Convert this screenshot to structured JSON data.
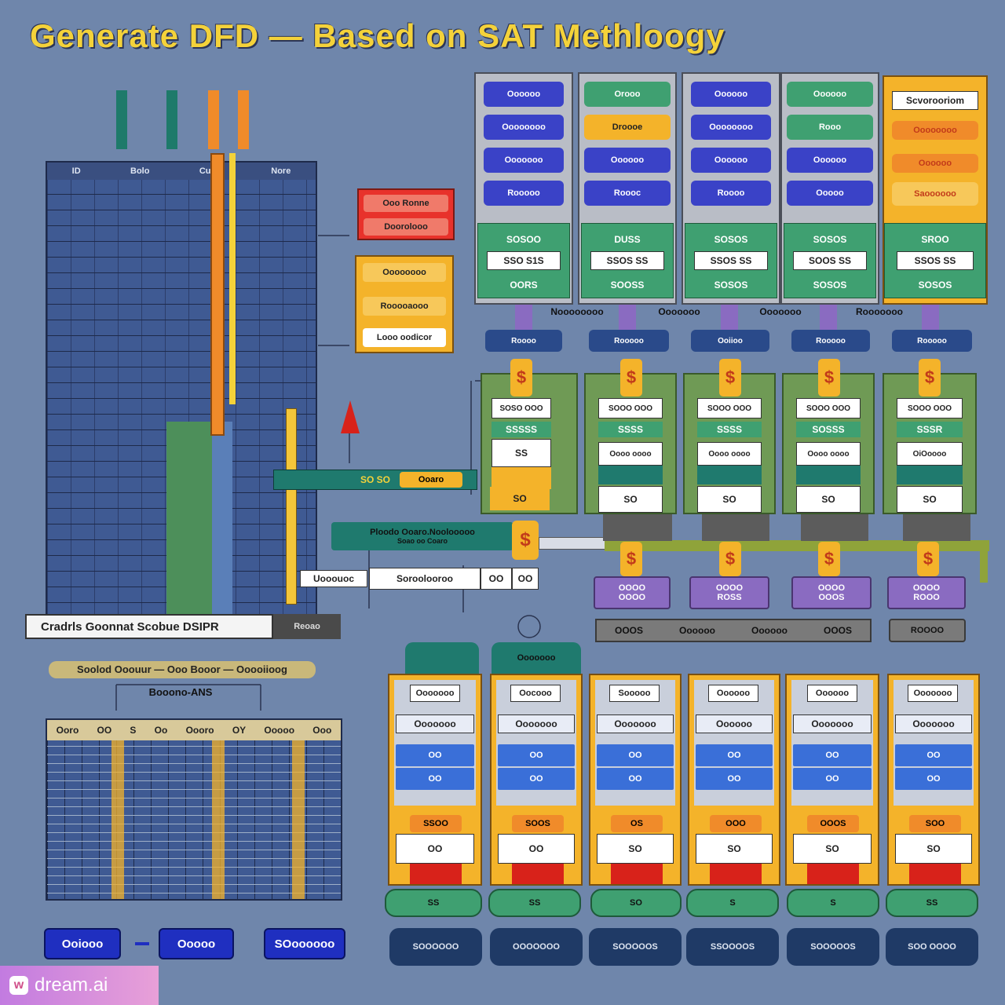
{
  "title": "Generate DFD — Based on SAT Methloogy",
  "left_panel": {
    "header_cells": [
      "ID",
      "Bolo",
      "Cuoo",
      "Nore"
    ],
    "footer_left": "Cradrls  Goonnat  Scobue  DSIPR",
    "footer_right": "Reoao"
  },
  "middle_boxes": {
    "red": [
      "Ooo Ronne",
      "Doorolooo"
    ],
    "orange": [
      "Oooooooo",
      "Rooooaooo",
      "Looo oodicor"
    ]
  },
  "flow": {
    "teal_bar_text": "SO SO",
    "teal_bar_tag": "Ooaro",
    "long_bar_line1": "Ploodo Ooaro.Noolooooo",
    "long_bar_line2": "Soao oo Coaro",
    "row_left": "Uooouoc",
    "row_mid": "Soroolooroo",
    "row_a": "OO",
    "row_b": "OO"
  },
  "top_columns": [
    {
      "buttons": [
        "Oooooo",
        "Oooooooo",
        "Ooooooo",
        "Rooooo"
      ],
      "green": [
        "SOSOO",
        "SSO S1S",
        "OORS"
      ],
      "node": "Roooo"
    },
    {
      "buttons": [
        "Orooo",
        "Droooe",
        "Oooooo",
        "Roooc"
      ],
      "green": [
        "DUSS",
        "SSOS SS",
        "SOOSS"
      ],
      "node": "Rooooo"
    },
    {
      "buttons": [
        "Oooooo",
        "Oooooooo",
        "Oooooo",
        "Roooo"
      ],
      "green": [
        "SOSOS",
        "SSOS SS",
        "SOSOS"
      ],
      "node": "Ooiioo"
    },
    {
      "buttons": [
        "Oooooo",
        "Rooo",
        "Oooooo",
        "Ooooo"
      ],
      "green": [
        "SOSOS",
        "SOOS SS",
        "SOSOS"
      ],
      "node": "Rooooo"
    },
    {
      "buttons": [
        "Scvorooriom",
        "Oooooooo",
        "Oooooo",
        "Saoooooo"
      ],
      "green": [
        "SROO",
        "SSOS SS",
        "SOSOS"
      ],
      "node": "Rooooo"
    }
  ],
  "node_labels": [
    "Noooooooo",
    "Ooooooo",
    "Ooooooo",
    "Rooooooo"
  ],
  "mid_cards": [
    {
      "top": "SOSO OOO",
      "green": "SSSSS",
      "white": "SS",
      "bot": "SO"
    },
    {
      "top": "SOOO OOO",
      "green": "SSSS",
      "white": "Oooo oooo",
      "bot": "SO"
    },
    {
      "top": "SOOO OOO",
      "green": "SSSS",
      "white": "Oooo oooo",
      "bot": "SO"
    },
    {
      "top": "SOOO OOO",
      "green": "SOSSS",
      "white": "Oooo oooo",
      "bot": "SO"
    },
    {
      "top": "SOOO OOO",
      "green": "SSSR",
      "white": "OiOoooo",
      "bot": "SO"
    }
  ],
  "purple_boxes": [
    {
      "a": "OOOO",
      "b": "OOOO"
    },
    {
      "a": "OOOO",
      "b": "ROSS"
    },
    {
      "a": "OOOO",
      "b": "OOOS"
    },
    {
      "a": "OOOO",
      "b": "ROOO"
    }
  ],
  "grey_bar": [
    "OOOS",
    "Oooooo",
    "Oooooo",
    "OOOS"
  ],
  "grey_bar_right": "ROOOO",
  "lower_left": {
    "title": "Soolod Ooouur — Ooo Booor — Ooooiioog",
    "subtitle": "Booono-ANS",
    "headers": [
      "Ooro",
      "OO",
      "S",
      "Oo",
      "Oooro",
      "OY",
      "Ooooo",
      "Ooo"
    ]
  },
  "teal_tabs": [
    "",
    "Ooooooo"
  ],
  "bottom_cards": [
    {
      "head": "Ooooooo",
      "sub": "Ooooooo",
      "b1": "OO",
      "b2": "OO",
      "orange": "SSOO",
      "white": "OO",
      "green": "SS",
      "navy": "SOOOOOO"
    },
    {
      "head": "Oocooo",
      "sub": "Ooooooo",
      "b1": "OO",
      "b2": "OO",
      "orange": "SOOS",
      "white": "OO",
      "green": "SS",
      "navy": "OOOOOOO"
    },
    {
      "head": "Sooooo",
      "sub": "Ooooooo",
      "b1": "OO",
      "b2": "OO",
      "orange": "OS",
      "white": "SO",
      "green": "SO",
      "navy": "SOOOOOS"
    },
    {
      "head": "Oooooo",
      "sub": "Oooooo",
      "b1": "OO",
      "b2": "OO",
      "orange": "OOO",
      "white": "SO",
      "green": "S",
      "navy": "SSOOOOS"
    },
    {
      "head": "Oooooo",
      "sub": "Ooooooo",
      "b1": "OO",
      "b2": "OO",
      "orange": "OOOS",
      "white": "SO",
      "green": "S",
      "navy": "SOOOOOS"
    },
    {
      "head": "Ooooooo",
      "sub": "Ooooooo",
      "b1": "OO",
      "b2": "OO",
      "orange": "SOO",
      "white": "SO",
      "green": "SS",
      "navy": "SOO OOOO"
    }
  ],
  "bottom_buttons": [
    "Ooiooo",
    "Ooooo",
    "SOoooooo"
  ],
  "watermark": "dream.ai",
  "colors": {
    "background": "#6f86ab",
    "title": "#f4d23a",
    "navy": "#1f3a66",
    "green": "#3fa071",
    "orange": "#f4b32a",
    "purple": "#8a6bc1"
  }
}
